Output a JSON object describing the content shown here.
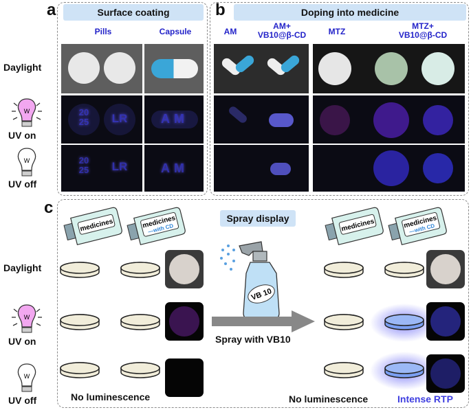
{
  "panel_a": {
    "letter": "a",
    "title": "Surface coating",
    "columns": {
      "pills": "Pills",
      "capsule": "Capsule"
    },
    "pill_marks": [
      "20\n25",
      "LR"
    ],
    "capsule_mark": "AM"
  },
  "panel_b": {
    "letter": "b",
    "title": "Doping into medicine",
    "columns": {
      "am": "AM",
      "am_vb": "AM+\nVB10@β-CD",
      "mtz": "MTZ",
      "mtz_vb": "MTZ+\nVB10@β-CD"
    }
  },
  "rows": {
    "daylight": "Daylight",
    "uv_on": "UV on",
    "uv_off": "UV off"
  },
  "bulb_letter": "W",
  "panel_c": {
    "letter": "c",
    "title": "Spray display",
    "bottle_medicines": "medicines",
    "bottle_with_cd": "medicines",
    "bottle_with_cd_sub": "—with CD",
    "spray_bottle_label": "VB 10",
    "arrow_label": "Spray with VB10",
    "no_lum_left": "No luminescence",
    "no_lum_right": "No luminescence",
    "intense": "Intense RTP"
  },
  "colors": {
    "accent_text": "#2323c9",
    "banner_fill": "#cfe3f6",
    "uv_bulb": "#f2a7f0",
    "rtp_glow": "#5a5af5"
  }
}
